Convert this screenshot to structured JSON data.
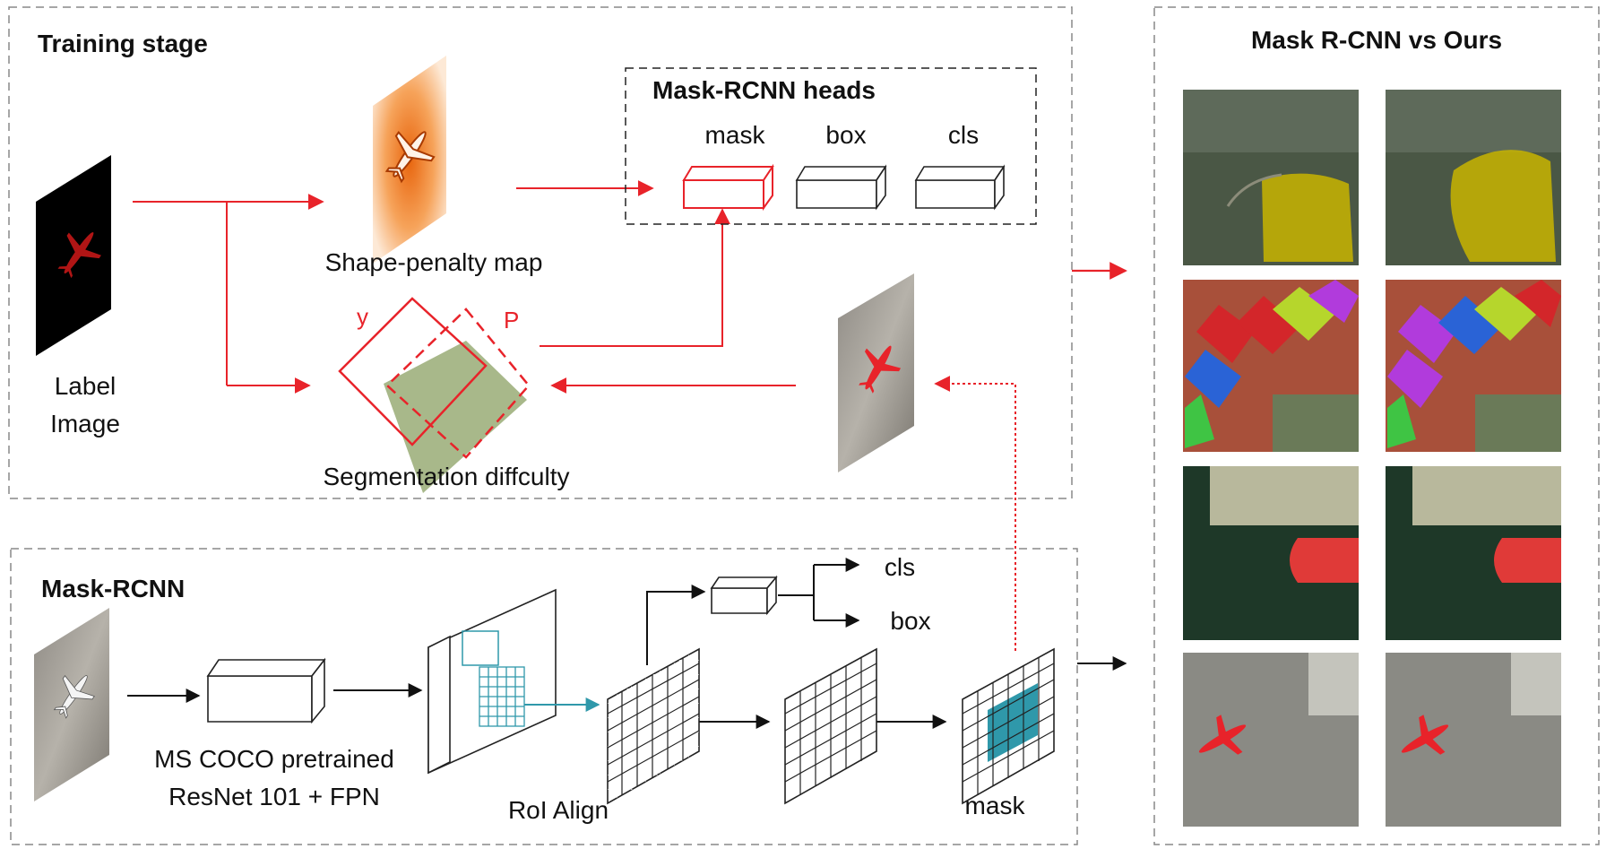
{
  "training": {
    "title": "Training stage",
    "label_image_line1": "Label",
    "label_image_line2": "Image",
    "shape_penalty_map": "Shape-penalty map",
    "seg_difficulty": "Segmentation diffculty",
    "y_label": "y",
    "p_label": "P",
    "heads": {
      "title": "Mask-RCNN heads",
      "mask": "mask",
      "box": "box",
      "cls": "cls"
    }
  },
  "maskrcnn": {
    "title": "Mask-RCNN",
    "backbone_line1": "MS COCO pretrained",
    "backbone_line2": "ResNet 101 + FPN",
    "roi_align": "RoI Align",
    "cls": "cls",
    "box": "box",
    "mask": "mask"
  },
  "comparison": {
    "title": "Mask R-CNN vs Ours"
  },
  "colors": {
    "red": "#e8232a",
    "teal": "#2f98aa",
    "olive_fill": "#a8b88a",
    "dash_gray": "#888888",
    "black": "#111111"
  }
}
